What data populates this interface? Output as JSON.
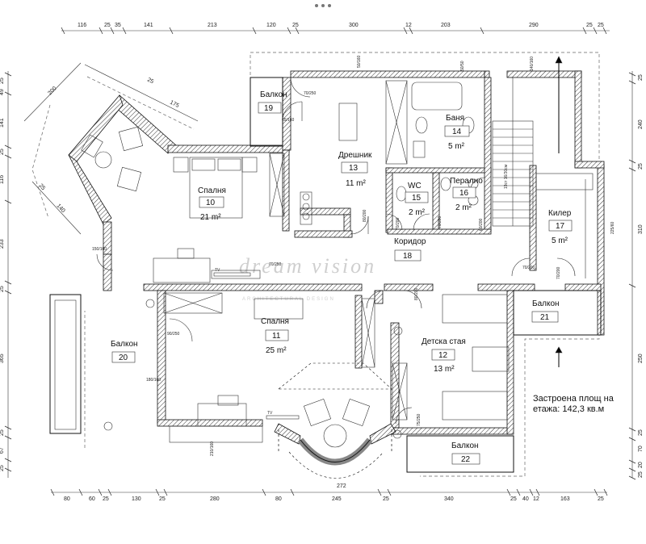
{
  "rooms": [
    {
      "name": "Балкон",
      "number": "19",
      "area": ""
    },
    {
      "name": "Спалня",
      "number": "10",
      "area": "21 m²"
    },
    {
      "name": "Дрешник",
      "number": "13",
      "area": "11 m²"
    },
    {
      "name": "Баня",
      "number": "14",
      "area": "5 m²"
    },
    {
      "name": "WC",
      "number": "15",
      "area": "2 m²"
    },
    {
      "name": "Перално",
      "number": "16",
      "area": "2 m²"
    },
    {
      "name": "Килер",
      "number": "17",
      "area": "5 m²"
    },
    {
      "name": "Коридор",
      "number": "18",
      "area": ""
    },
    {
      "name": "Балкон",
      "number": "20",
      "area": ""
    },
    {
      "name": "Спалня",
      "number": "11",
      "area": "25 m²"
    },
    {
      "name": "Детска стая",
      "number": "12",
      "area": "13 m²"
    },
    {
      "name": "Балкон",
      "number": "21",
      "area": ""
    },
    {
      "name": "Балкон",
      "number": "22",
      "area": ""
    }
  ],
  "note": {
    "line1": "Застроена площ на",
    "line2": "етажа: 142,3 кв.м"
  },
  "watermark": {
    "main": "dream vision",
    "sub": "ARCHITECTURAL DESIGN"
  },
  "stairs_label": "19ст 16/30см",
  "tv_label": "TV",
  "bay_dim": "272",
  "dims": {
    "top": [
      "116",
      "25",
      "35",
      "141",
      "213",
      "120",
      "25",
      "300",
      "12",
      "203",
      "290",
      "25",
      "25"
    ],
    "bottom": [
      "80",
      "60",
      "25",
      "130",
      "25",
      "280",
      "80",
      "245",
      "25",
      "340",
      "25",
      "40",
      "12",
      "163",
      "25"
    ],
    "right": [
      "25",
      "240",
      "25",
      "310",
      "250",
      "25",
      "70",
      "20",
      "25"
    ],
    "left": [
      "25",
      "49",
      "141",
      "25",
      "116",
      "233",
      "25",
      "365",
      "25",
      "67",
      "25"
    ],
    "diag": [
      "200",
      "25",
      "175",
      "140",
      "25"
    ]
  },
  "doors": [
    "70/250",
    "65/160",
    "80/200",
    "70/200",
    "70/200",
    "60/200",
    "70/200",
    "150/160",
    "90/250",
    "180/160",
    "80/200",
    "70/250",
    "70/200",
    "75/250",
    "210/160",
    "50/160",
    "50/50",
    "140/160",
    "225/60"
  ]
}
